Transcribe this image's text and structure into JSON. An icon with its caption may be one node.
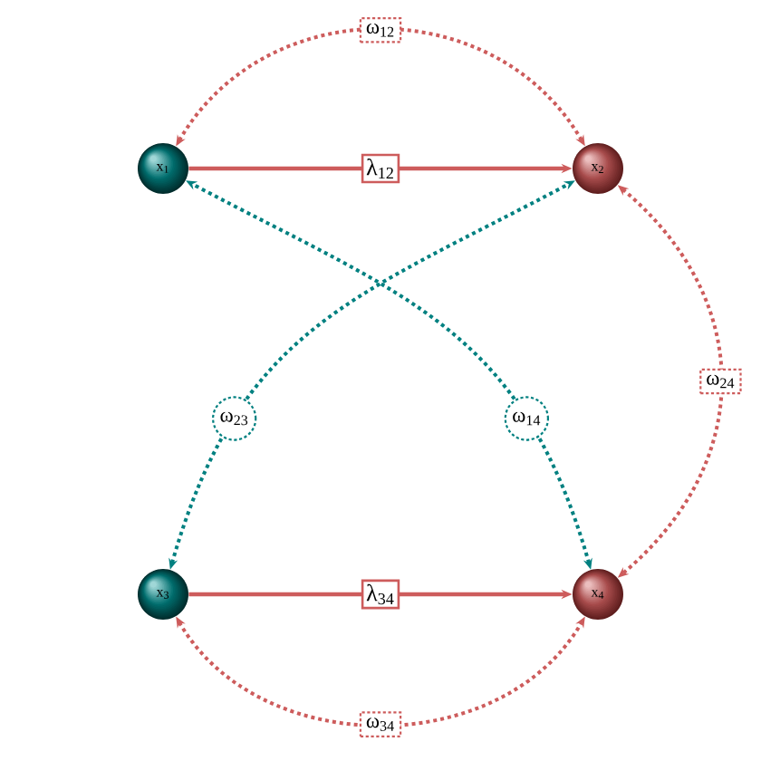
{
  "diagram": {
    "nodes": [
      {
        "text": [
          "x$_{1}$"
        ]
      },
      {
        "text": [
          "x$_{2}$"
        ]
      },
      {
        "text": [
          "x$_{3}$"
        ]
      },
      {
        "text": [
          "x$_{4}$"
        ]
      }
    ],
    "edges": [
      {
        "from": 0,
        "to": 1,
        "arrow": "to",
        "label": "λ$_{12}$"
      },
      {
        "from": 0,
        "to": 1,
        "arrow": "both",
        "label": "ω$_{12}$",
        "style": "dashed"
      },
      {
        "from": 1,
        "to": 3,
        "arrow": "both",
        "label": "ω$_{24}$",
        "style": "dashed"
      },
      {
        "from": 2,
        "to": 1,
        "arrow": "both",
        "label": "ω$_{23}$",
        "style": "dashed",
        "color": "#008080"
      },
      {
        "from": 3,
        "to": 0,
        "arrow": "both",
        "label": "ω$_{14}$",
        "style": "dashed",
        "color": "#008080"
      },
      {
        "from": 2,
        "to": 3,
        "arrow": "to",
        "label": "λ$_{34}$"
      },
      {
        "from": 2,
        "to": 3,
        "arrow": "both",
        "label": "ω$_{34}$",
        "style": "dashed"
      }
    ]
  }
}
